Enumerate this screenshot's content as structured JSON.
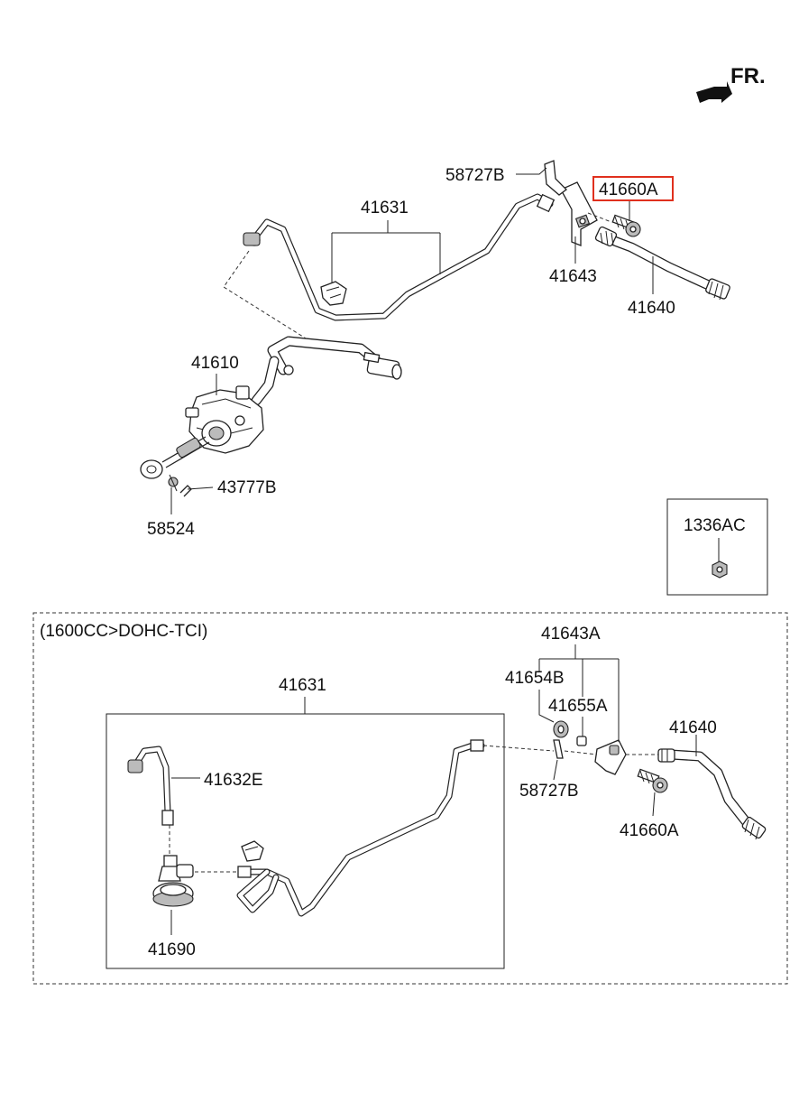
{
  "direction": {
    "label": "FR."
  },
  "variant_box": {
    "caption": "(1600CC>DOHC-TCI)"
  },
  "callouts": {
    "p58727B_top": "58727B",
    "p41631_top": "41631",
    "p41660A_top": "41660A",
    "p41643": "41643",
    "p41640_top": "41640",
    "p41610": "41610",
    "p43777B": "43777B",
    "p58524": "58524",
    "p1336AC": "1336AC",
    "p41643A": "41643A",
    "p41654B": "41654B",
    "p41655A": "41655A",
    "p41631_bottom": "41631",
    "p41640_bottom": "41640",
    "p41632E": "41632E",
    "p58727B_bottom": "58727B",
    "p41660A_bottom": "41660A",
    "p41690": "41690"
  },
  "highlight": {
    "part": "41660A",
    "color": "#e0301e"
  }
}
